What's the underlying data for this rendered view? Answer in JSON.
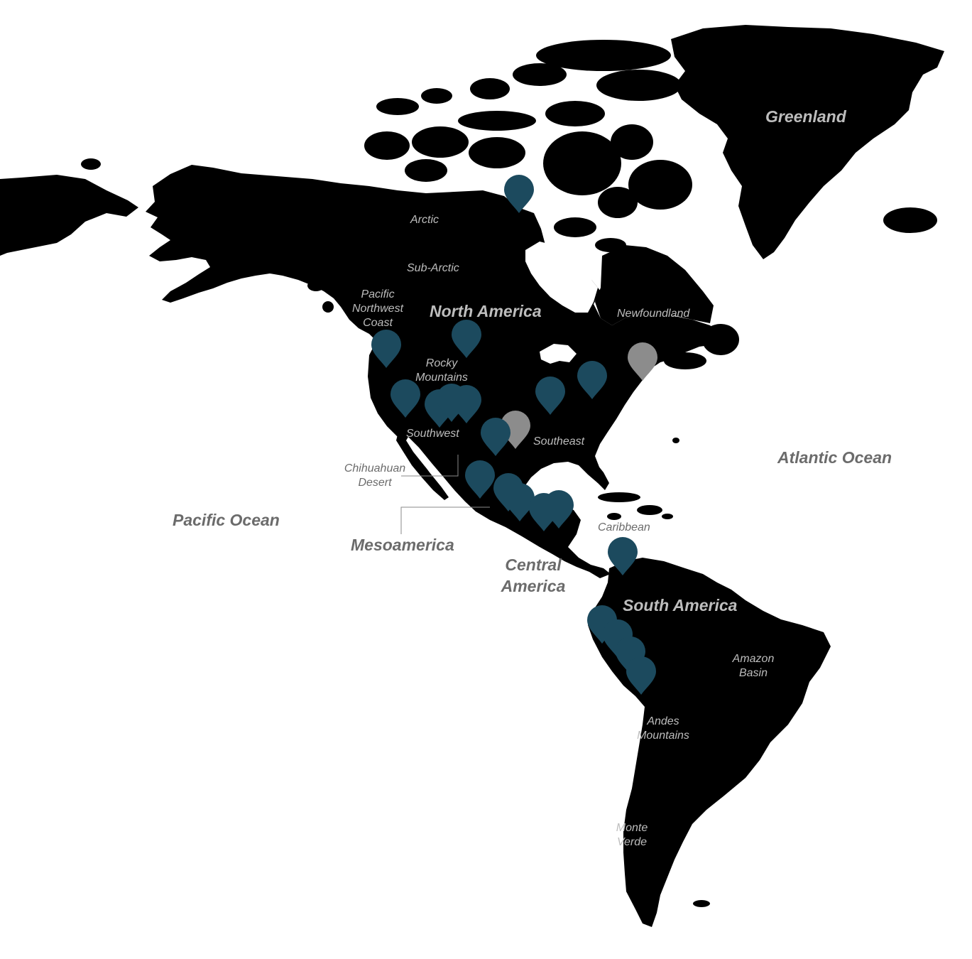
{
  "map": {
    "land_color": "#000000",
    "leader_color": "#8a8a8a",
    "pin_colors": {
      "site": "#1c4a5e",
      "inactive": "#8c8c8c"
    }
  },
  "labels": {
    "greenland": "Greenland",
    "arctic": "Arctic",
    "sub_arctic": "Sub-Arctic",
    "pnw_1": "Pacific",
    "pnw_2": "Northwest",
    "pnw_3": "Coast",
    "north_america": "North America",
    "newfoundland": "Newfoundland",
    "rocky_1": "Rocky",
    "rocky_2": "Mountains",
    "southwest": "Southwest",
    "southeast": "Southeast",
    "chihuahuan_1": "Chihuahuan",
    "chihuahuan_2": "Desert",
    "mesoamerica": "Mesoamerica",
    "pacific_ocean": "Pacific Ocean",
    "atlantic_ocean": "Atlantic Ocean",
    "caribbean": "Caribbean",
    "central_1": "Central",
    "central_2": "America",
    "south_america": "South America",
    "amazon_1": "Amazon",
    "amazon_2": "Basin",
    "andes_1": "Andes",
    "andes_2": "Mountains",
    "monte_1": "Monte",
    "monte_2": "Verde"
  },
  "pins": [
    {
      "id": "hudson-bay",
      "status": "site"
    },
    {
      "id": "pacific-northwest",
      "status": "site"
    },
    {
      "id": "great-plains-north",
      "status": "site"
    },
    {
      "id": "california",
      "status": "site"
    },
    {
      "id": "southwest-1",
      "status": "site"
    },
    {
      "id": "southwest-2",
      "status": "site"
    },
    {
      "id": "southwest-3",
      "status": "site"
    },
    {
      "id": "texas-inactive",
      "status": "inactive"
    },
    {
      "id": "texas",
      "status": "site"
    },
    {
      "id": "mississippi",
      "status": "site"
    },
    {
      "id": "ohio-valley",
      "status": "site"
    },
    {
      "id": "new-england-inactive",
      "status": "inactive"
    },
    {
      "id": "mexico-west",
      "status": "site"
    },
    {
      "id": "mexico-central-1",
      "status": "site"
    },
    {
      "id": "mexico-central-2",
      "status": "site"
    },
    {
      "id": "maya-1",
      "status": "site"
    },
    {
      "id": "maya-2",
      "status": "site"
    },
    {
      "id": "colombia",
      "status": "site"
    },
    {
      "id": "peru-north",
      "status": "site"
    },
    {
      "id": "peru-central",
      "status": "site"
    },
    {
      "id": "peru-south-1",
      "status": "site"
    },
    {
      "id": "peru-south-2",
      "status": "site"
    }
  ]
}
